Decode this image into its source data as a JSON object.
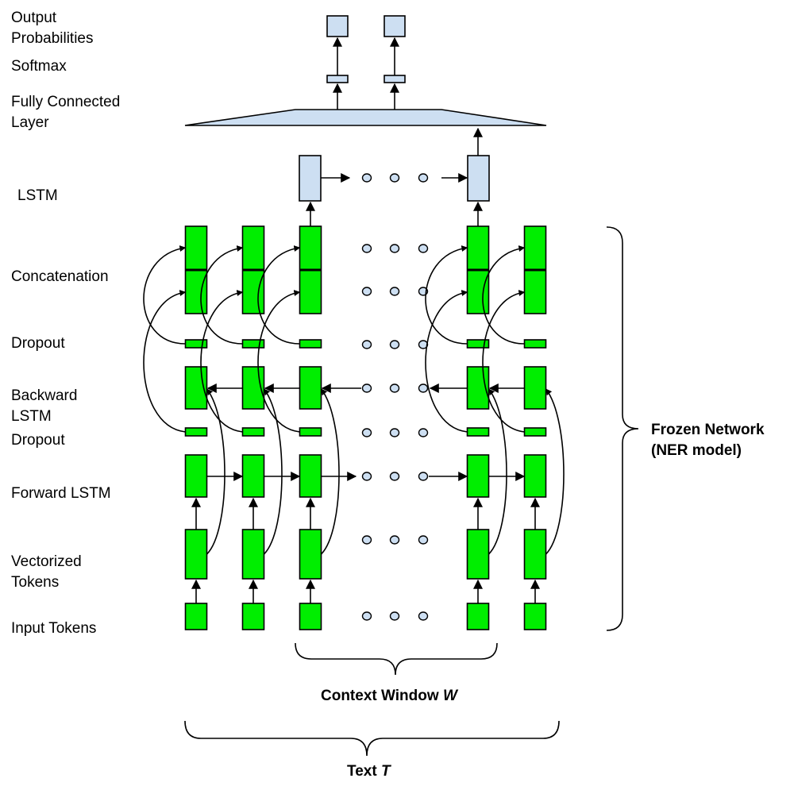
{
  "layers": {
    "output_probabilities": "Output\nProbabilities",
    "softmax": "Softmax",
    "fully_connected": "Fully Connected\nLayer",
    "lstm": "LSTM",
    "concatenation": "Concatenation",
    "dropout_top": "Dropout",
    "backward_lstm": "Backward\nLSTM",
    "dropout_bottom": "Dropout",
    "forward_lstm": "Forward LSTM",
    "vectorized_tokens": "Vectorized\nTokens",
    "input_tokens": "Input Tokens"
  },
  "annotations": {
    "frozen_network": "Frozen Network\n(NER model)",
    "context_window": "Context Window",
    "context_window_symbol": "W",
    "text": "Text",
    "text_symbol": "T"
  },
  "colors": {
    "network_unit": "#00ee00",
    "trainable_unit": "#cddff2",
    "stroke": "#000000"
  }
}
